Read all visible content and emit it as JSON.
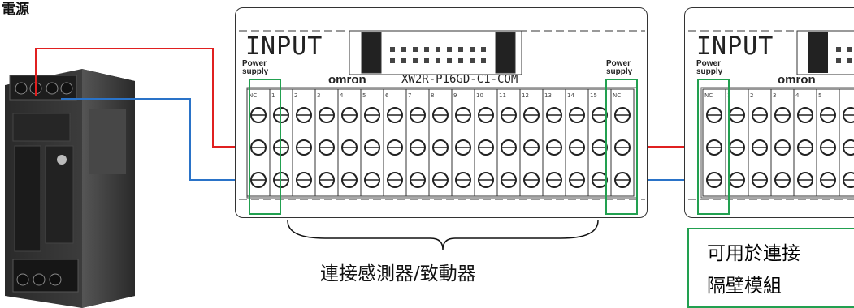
{
  "header": {
    "label": "電源"
  },
  "module_main": {
    "input_text": "INPUT",
    "brand": "omron",
    "model": "XW2R-P16GD-C1-COM",
    "power_label_left": "Power supply",
    "power_label_right": "Power supply",
    "terminal_numbers": [
      "NC",
      "1",
      "2",
      "3",
      "4",
      "5",
      "6",
      "7",
      "8",
      "9",
      "10",
      "11",
      "12",
      "13",
      "14",
      "15",
      "NC"
    ]
  },
  "module_right": {
    "input_text": "INPUT",
    "brand": "omron",
    "power_label": "Power supply",
    "terminal_numbers": [
      "NC",
      "1",
      "2",
      "3",
      "4",
      "5"
    ]
  },
  "captions": {
    "sensor_actuator": "連接感測器/致動器",
    "partition_line1": "可用於連接",
    "partition_line2": "隔壁模組"
  },
  "colors": {
    "red_wire": "#e02020",
    "blue_wire": "#2a73c8",
    "highlight_green": "#22a050"
  }
}
